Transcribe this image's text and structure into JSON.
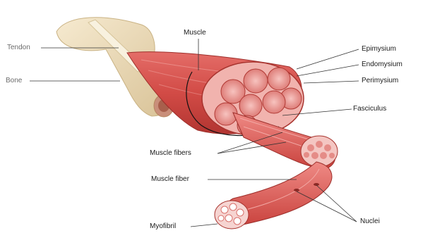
{
  "labels": {
    "tendon": "Tendon",
    "bone": "Bone",
    "muscle": "Muscle",
    "epimysium": "Epimysium",
    "endomysium": "Endomysium",
    "perimysium": "Perimysium",
    "fasciculus": "Fasciculus",
    "muscle_fibers": "Muscle fibers",
    "muscle_fiber": "Muscle fiber",
    "nuclei": "Nuclei",
    "myofibril": "Myofibril"
  },
  "colors": {
    "muscle_red": "#d9534f",
    "muscle_dark": "#b83a36",
    "muscle_light": "#f2a8a4",
    "bone": "#f0e1c0",
    "bone_shadow": "#d8c49a",
    "tendon": "#f7efdc",
    "leader_line": "#333333"
  }
}
